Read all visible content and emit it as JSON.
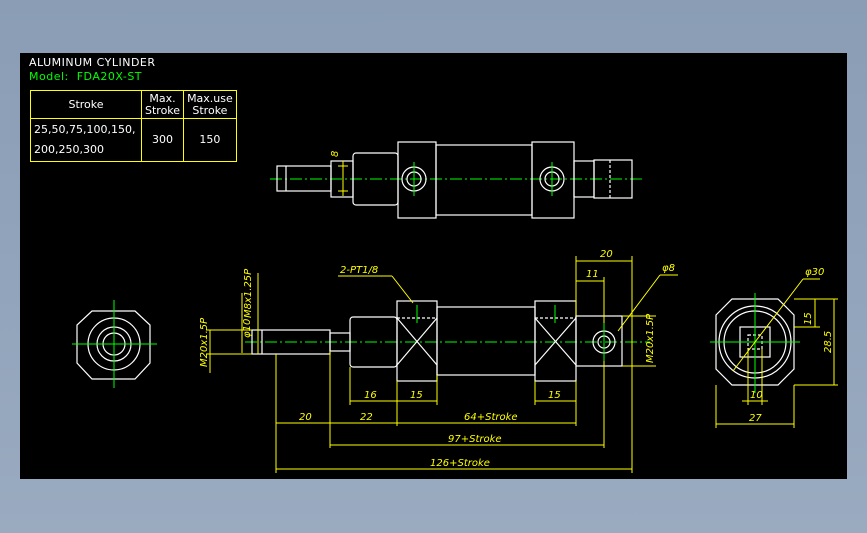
{
  "header": {
    "title": "ALUMINUM CYLINDER",
    "model_label": "Model:",
    "model_value": "FDA20X-ST",
    "title_color": "#ffffff",
    "model_color": "#00ff00"
  },
  "spec_table": {
    "headers": {
      "stroke": "Stroke",
      "max_stroke_1": "Max.",
      "max_stroke_2": "Stroke",
      "max_use_1": "Max.use",
      "max_use_2": "Stroke"
    },
    "row": {
      "strokes_line1": "25,50,75,100,150,",
      "strokes_line2": "200,250,300",
      "max_stroke": "300",
      "max_use": "150"
    }
  },
  "dimensions": {
    "top_rod": "8",
    "port": "2-PT1/8",
    "rod_thread": "M8x1.25P",
    "nose_thread_left": "M20x1.5P",
    "rod_dia": "φ10",
    "clevis_width": "20",
    "clevis_offset": "11",
    "pin_dia": "φ8",
    "nose_thread_right": "M20x1.5P",
    "body_dia": "φ30",
    "height_15": "15",
    "height_28_5": "28.5",
    "width_10": "10",
    "width_27": "27",
    "len_20": "20",
    "len_22": "22",
    "len_16": "16",
    "len_15_front": "15",
    "len_body": "64+Stroke",
    "len_15_rear": "15",
    "len_97": "97+Stroke",
    "len_126": "126+Stroke"
  },
  "colors": {
    "background": "#000000",
    "outline": "#ffffff",
    "dimension": "#ffff00",
    "centerline": "#00ff00"
  }
}
